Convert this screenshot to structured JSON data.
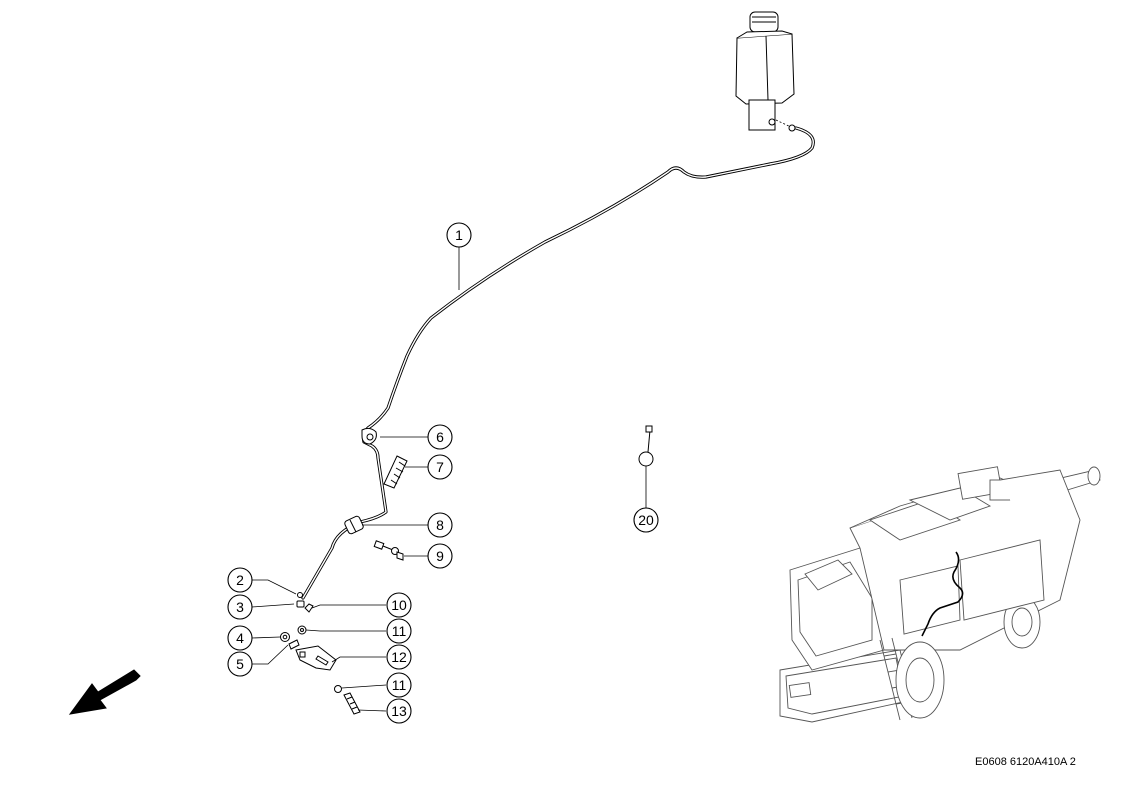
{
  "diagram": {
    "drawing_code": "E0608 6120A410A 2",
    "callouts": [
      {
        "id": "c1",
        "label": "1"
      },
      {
        "id": "c2",
        "label": "2"
      },
      {
        "id": "c3",
        "label": "3"
      },
      {
        "id": "c4",
        "label": "4"
      },
      {
        "id": "c5",
        "label": "5"
      },
      {
        "id": "c6",
        "label": "6"
      },
      {
        "id": "c7",
        "label": "7"
      },
      {
        "id": "c8",
        "label": "8"
      },
      {
        "id": "c9",
        "label": "9"
      },
      {
        "id": "c10",
        "label": "10"
      },
      {
        "id": "c11a",
        "label": "11"
      },
      {
        "id": "c12",
        "label": "12"
      },
      {
        "id": "c11b",
        "label": "11"
      },
      {
        "id": "c13",
        "label": "13"
      },
      {
        "id": "c20",
        "label": "20"
      }
    ],
    "icons": [
      "reservoir-icon",
      "hose-line-icon",
      "cable-tie-icon",
      "direction-arrow-icon",
      "combine-harvester-icon"
    ]
  }
}
